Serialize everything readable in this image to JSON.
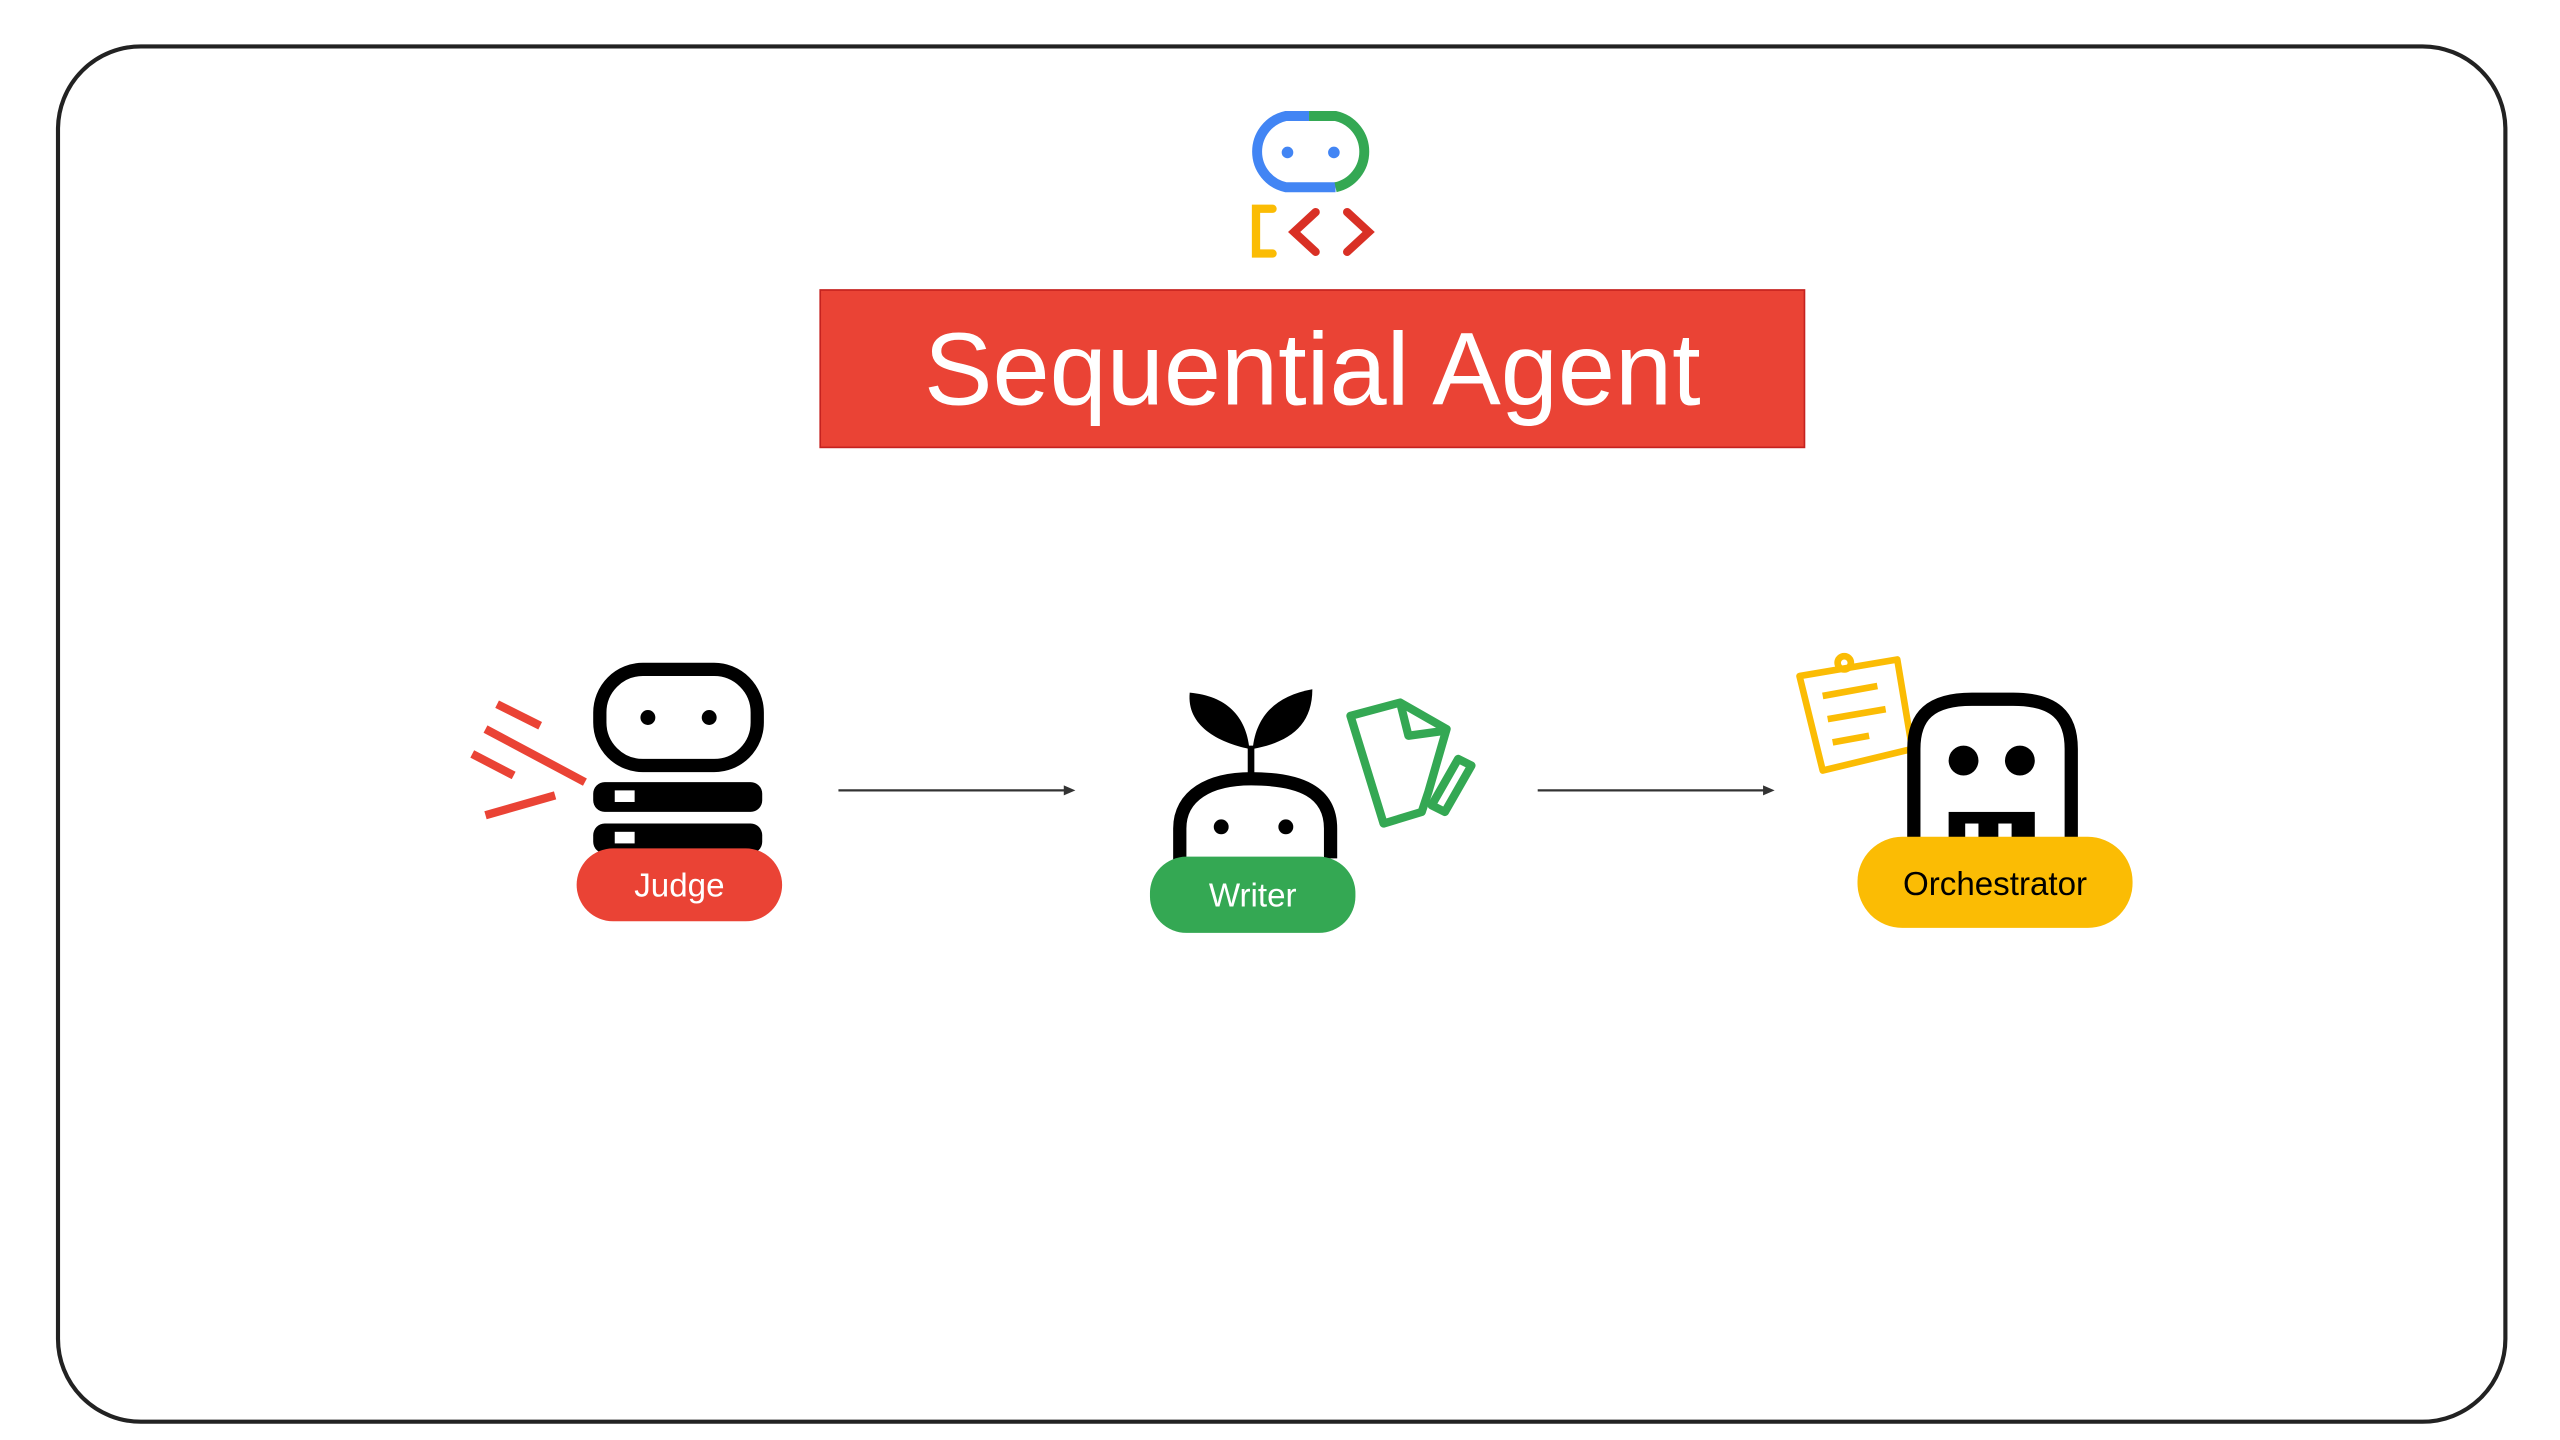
{
  "title": "Sequential Agent",
  "agents": [
    {
      "label": "Judge",
      "color": "#ea4335",
      "text_color": "#ffffff",
      "icon": "judge-robot-icon"
    },
    {
      "label": "Writer",
      "color": "#34a853",
      "text_color": "#ffffff",
      "icon": "writer-robot-icon"
    },
    {
      "label": "Orchestrator",
      "color": "#fbbc04",
      "text_color": "#000000",
      "icon": "orchestrator-robot-icon"
    }
  ],
  "colors": {
    "blue": "#4285f4",
    "green": "#34a853",
    "yellow": "#fbbc04",
    "red": "#ea4335",
    "title_bg": "#ea4335"
  }
}
